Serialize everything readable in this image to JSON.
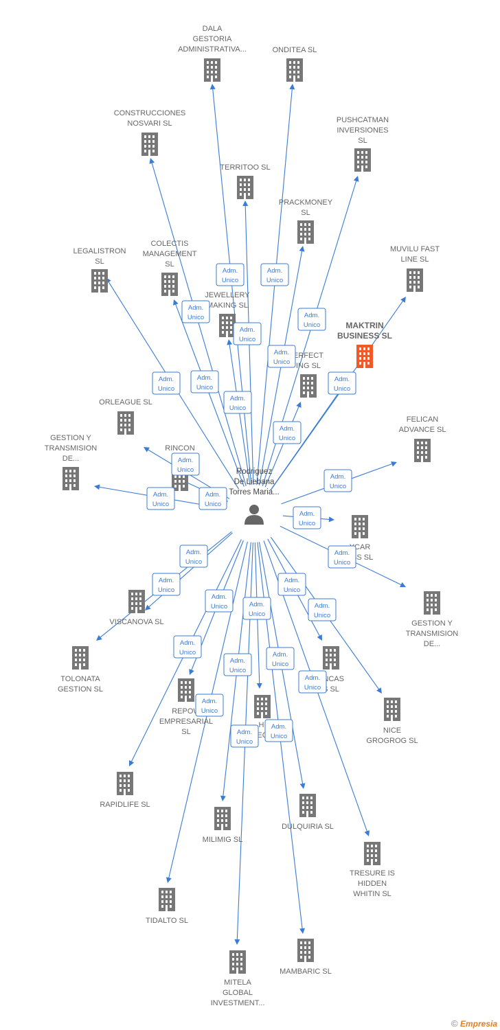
{
  "center": {
    "name_lines": [
      "Rodriguez",
      "De Liebana",
      "Torres Maria..."
    ],
    "icon": "person-icon"
  },
  "edge_label": [
    "Adm.",
    "Unico"
  ],
  "colors": {
    "edge": "#3a7bd5",
    "building": "#777777",
    "highlight": "#f05a28"
  },
  "nodes": [
    {
      "id": "dala",
      "lines": [
        "DALA",
        "GESTORIA",
        "ADMINISTRATIVA..."
      ]
    },
    {
      "id": "onditea",
      "lines": [
        "ONDITEA SL"
      ]
    },
    {
      "id": "construcciones",
      "lines": [
        "CONSTRUCCIONES",
        "NOSVARI SL"
      ]
    },
    {
      "id": "pushcatman",
      "lines": [
        "PUSHCATMAN",
        "INVERSIONES",
        "SL"
      ]
    },
    {
      "id": "territoo",
      "lines": [
        "TERRITOO SL"
      ]
    },
    {
      "id": "prackmoney",
      "lines": [
        "PRACKMONEY",
        "SL"
      ]
    },
    {
      "id": "legalistron",
      "lines": [
        "LEGALISTRON",
        "SL"
      ]
    },
    {
      "id": "colectis",
      "lines": [
        "COLECTIS",
        "MANAGEMENT",
        "SL"
      ]
    },
    {
      "id": "muvilu",
      "lines": [
        "MUVILU FAST",
        "LINE SL"
      ]
    },
    {
      "id": "jewellery",
      "lines": [
        "JEWELLERY",
        "MAKING SL"
      ]
    },
    {
      "id": "maktrin",
      "lines": [
        "MAKTRIN",
        "BUSINESS SL"
      ],
      "highlight": true
    },
    {
      "id": "perfect",
      "lines": [
        "ERFECT",
        "ING SL"
      ]
    },
    {
      "id": "orleague",
      "lines": [
        "ORLEAGUE SL"
      ]
    },
    {
      "id": "felican",
      "lines": [
        "FELICAN",
        "ADVANCE SL"
      ]
    },
    {
      "id": "gestion1",
      "lines": [
        "GESTION Y",
        "TRANSMISION",
        "DE..."
      ]
    },
    {
      "id": "rincon",
      "lines": [
        "RINCON",
        "JURI"
      ]
    },
    {
      "id": "ycar",
      "lines": [
        "YCAR",
        "ESS SL"
      ]
    },
    {
      "id": "gestion2",
      "lines": [
        "GESTION Y",
        "TRANSMISION",
        "DE..."
      ]
    },
    {
      "id": "viscanova",
      "lines": [
        "VISCANOVA SL"
      ]
    },
    {
      "id": "tolonata",
      "lines": [
        "TOLONATA",
        "GESTION SL"
      ]
    },
    {
      "id": "ancas",
      "lines": [
        "ANCAS",
        "S SL"
      ]
    },
    {
      "id": "repow",
      "lines": [
        "REPOW",
        "EMPRESARIAL",
        "SL"
      ]
    },
    {
      "id": "hi",
      "lines": [
        "HI",
        "EC"
      ]
    },
    {
      "id": "nice",
      "lines": [
        "NICE",
        "GROGROG SL"
      ]
    },
    {
      "id": "rapidlife",
      "lines": [
        "RAPIDLIFE SL"
      ]
    },
    {
      "id": "milimig",
      "lines": [
        "MILIMIG SL"
      ]
    },
    {
      "id": "dulquiria",
      "lines": [
        "DULQUIRIA SL"
      ]
    },
    {
      "id": "tresure",
      "lines": [
        "TRESURE IS",
        "HIDDEN",
        "WHITIN SL"
      ]
    },
    {
      "id": "tidalto",
      "lines": [
        "TIDALTO SL"
      ]
    },
    {
      "id": "mambaric",
      "lines": [
        "MAMBARIC SL"
      ]
    },
    {
      "id": "mitela",
      "lines": [
        "MITELA",
        "GLOBAL",
        "INVESTMENT..."
      ]
    }
  ],
  "footer": {
    "copyright": "©",
    "brand": "Empresia"
  }
}
